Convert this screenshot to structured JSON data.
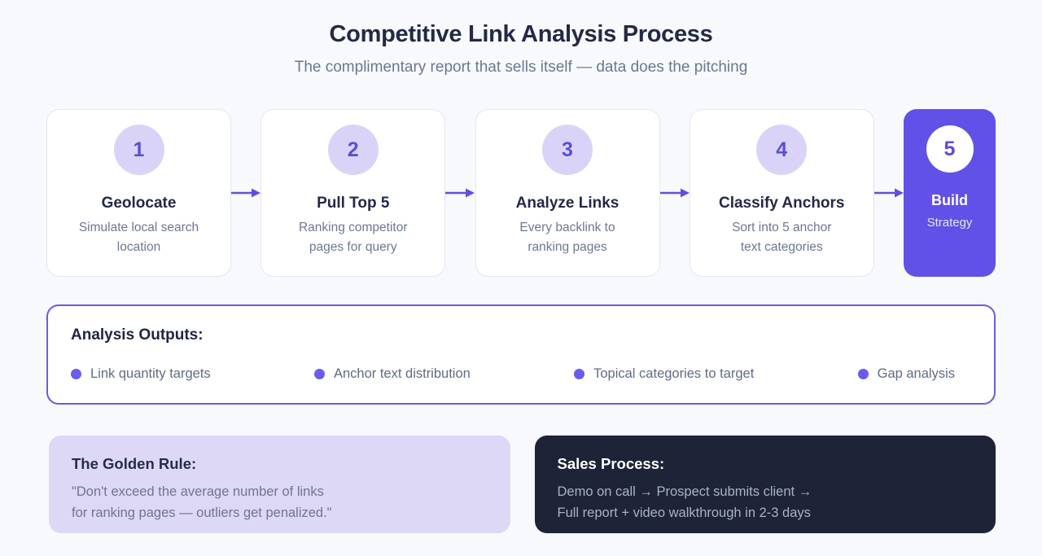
{
  "header": {
    "title": "Competitive Link Analysis Process",
    "subtitle": "The complimentary report that sells itself — data does the pitching"
  },
  "steps": [
    {
      "number": "1",
      "title": "Geolocate",
      "description": "Simulate local search location"
    },
    {
      "number": "2",
      "title": "Pull Top 5",
      "description": "Ranking competitor pages for query"
    },
    {
      "number": "3",
      "title": "Analyze Links",
      "description": "Every backlink to ranking pages"
    },
    {
      "number": "4",
      "title": "Classify Anchors",
      "description": "Sort into 5 anchor text categories"
    },
    {
      "number": "5",
      "title": "Build",
      "description": "Strategy"
    }
  ],
  "outputs": {
    "title": "Analysis Outputs:",
    "items": [
      "Link quantity targets",
      "Anchor text distribution",
      "Topical categories to target",
      "Gap analysis"
    ]
  },
  "golden_rule": {
    "title": "The Golden Rule:",
    "line1": "\"Don't exceed the average number of links",
    "line2": "for ranking pages — outliers get penalized.\""
  },
  "sales_process": {
    "title": "Sales Process:",
    "line1": "Demo on call → Prospect submits client →",
    "line2": "Full report + video walkthrough in 2-3 days"
  },
  "colors": {
    "accent_purple": "#6151e6",
    "accent_arrow": "#5f4fe0",
    "circle_lavender": "#d9d4f7",
    "panel_border_purple": "#6a5be0",
    "lavender_panel": "#dcd8f6",
    "dark_navy_panel": "#1e2337",
    "background": "#f8f9fc",
    "heading_text": "#232946",
    "muted_text": "#6b7891"
  }
}
